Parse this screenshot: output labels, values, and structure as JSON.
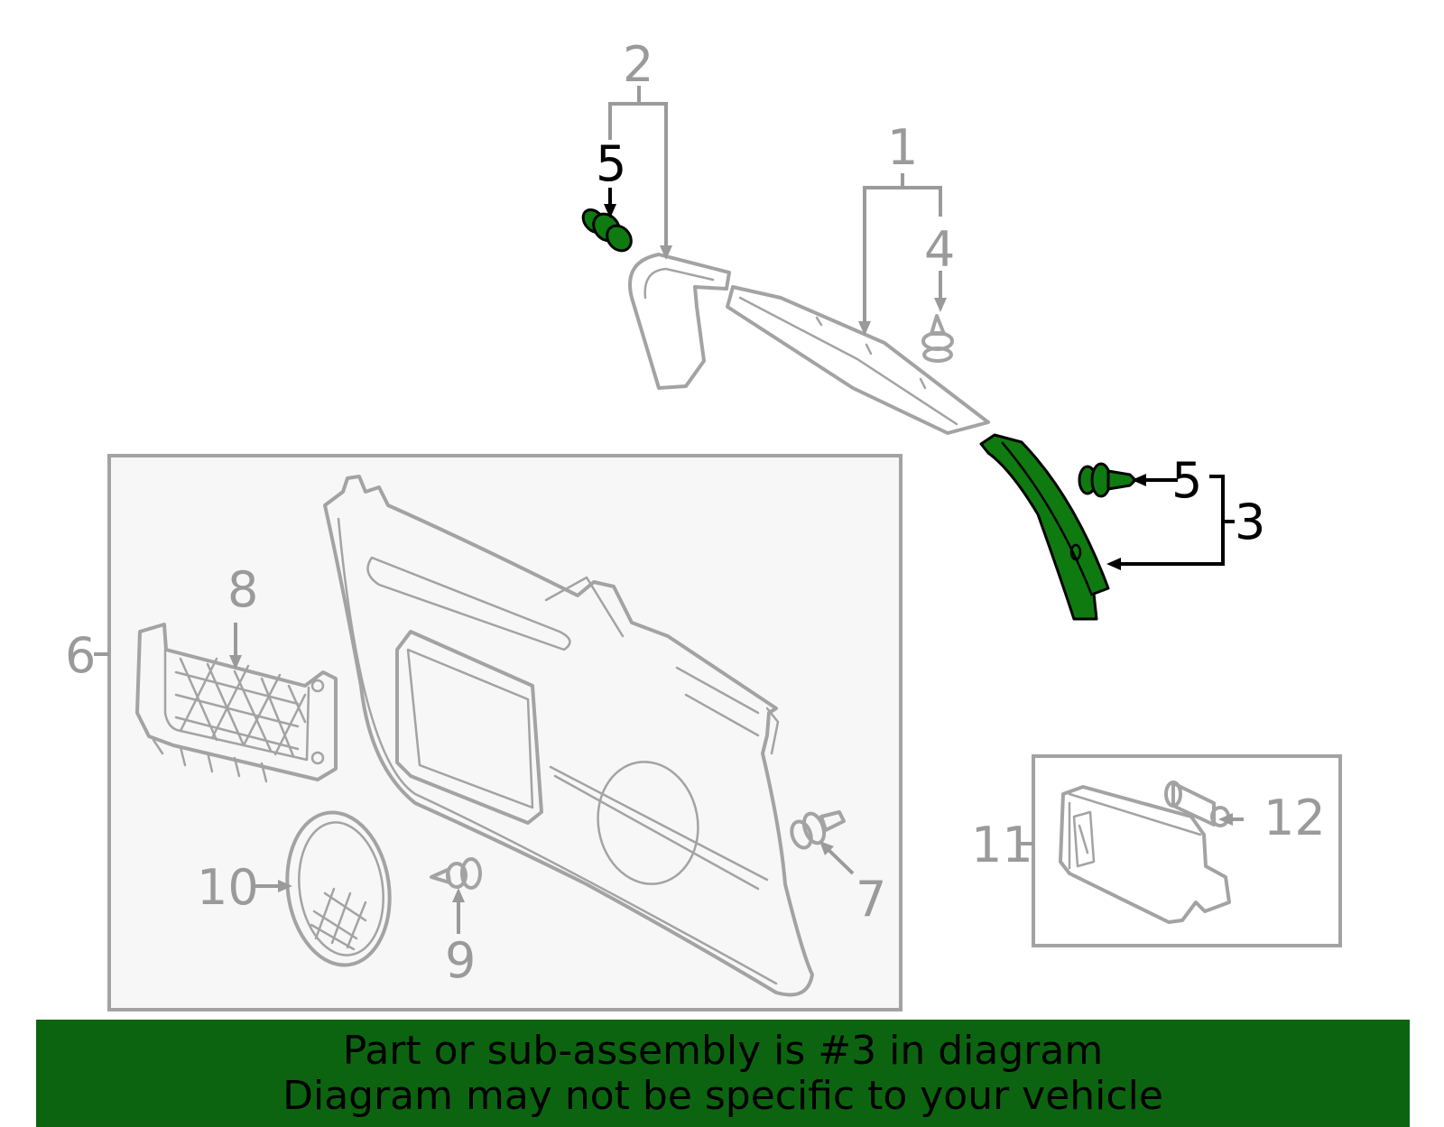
{
  "callouts": {
    "c1": "1",
    "c2": "2",
    "c3": "3",
    "c4": "4",
    "c5a": "5",
    "c5b": "5",
    "c6": "6",
    "c7": "7",
    "c8": "8",
    "c9": "9",
    "c10": "10",
    "c11": "11",
    "c12": "12"
  },
  "banner": {
    "line1": "Part or sub-assembly is #3 in diagram",
    "line2": "Diagram may not be specific to your vehicle"
  },
  "colors": {
    "highlight_part": "#0f7a10",
    "banner_background": "#0d6410",
    "line_art": "#a3a3a3"
  }
}
